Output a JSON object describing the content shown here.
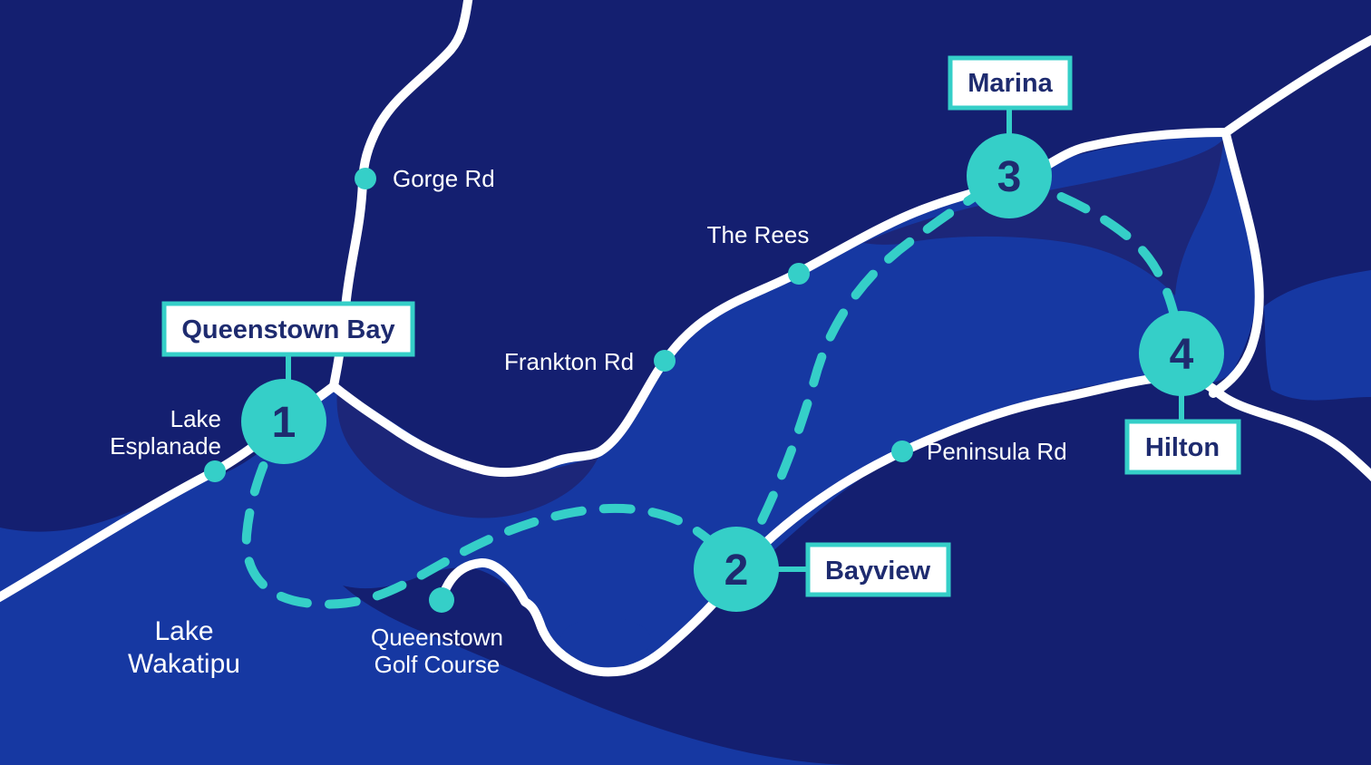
{
  "map": {
    "colors": {
      "land": "#141F70",
      "lake": "#1638A2",
      "shallow": "#1C2679",
      "road": "#FFFFFF",
      "accent": "#35CFC8",
      "navy_text": "#1E2B6F",
      "label_text": "#FFFFFF"
    },
    "stops": [
      {
        "number": "1",
        "name": "Queenstown Bay"
      },
      {
        "number": "2",
        "name": "Bayview"
      },
      {
        "number": "3",
        "name": "Marina"
      },
      {
        "number": "4",
        "name": "Hilton"
      }
    ],
    "road_labels": {
      "gorge_rd": "Gorge Rd",
      "the_rees": "The Rees",
      "frankton_rd": "Frankton Rd",
      "peninsula_rd": "Peninsula Rd",
      "lake_esplanade": [
        "Lake",
        "Esplanade"
      ],
      "golf_course": [
        "Queenstown",
        "Golf Course"
      ]
    },
    "area_labels": {
      "lake_name": [
        "Lake",
        "Wakatipu"
      ]
    }
  }
}
